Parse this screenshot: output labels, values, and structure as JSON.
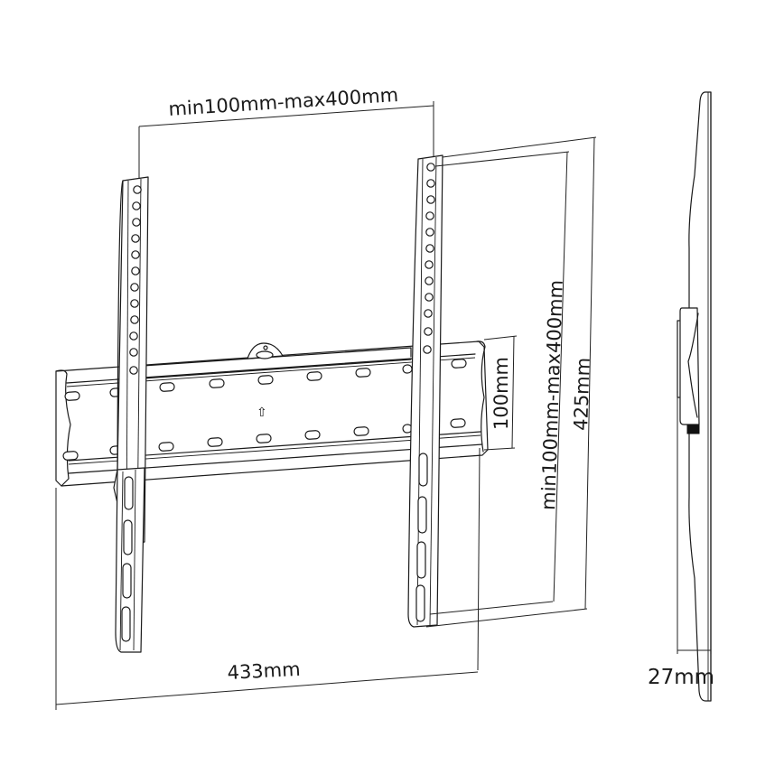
{
  "diagram": {
    "subject": "Fixed TV wall mount bracket with dimension callouts",
    "views": [
      "front-view",
      "side-view"
    ],
    "dimensions": {
      "horizontal_vesa": {
        "label": "min100mm-max400mm"
      },
      "vertical_vesa": {
        "label": "min100mm-max400mm"
      },
      "wall_plate_height": {
        "label": "100mm"
      },
      "bracket_height": {
        "label": "425mm"
      },
      "wall_plate_width": {
        "label": "433mm"
      },
      "wall_distance": {
        "label": "27mm"
      }
    },
    "annotations": {
      "up_arrow": "⇧"
    },
    "colors": {
      "line": "#1a1a1a",
      "background": "#ffffff"
    }
  }
}
